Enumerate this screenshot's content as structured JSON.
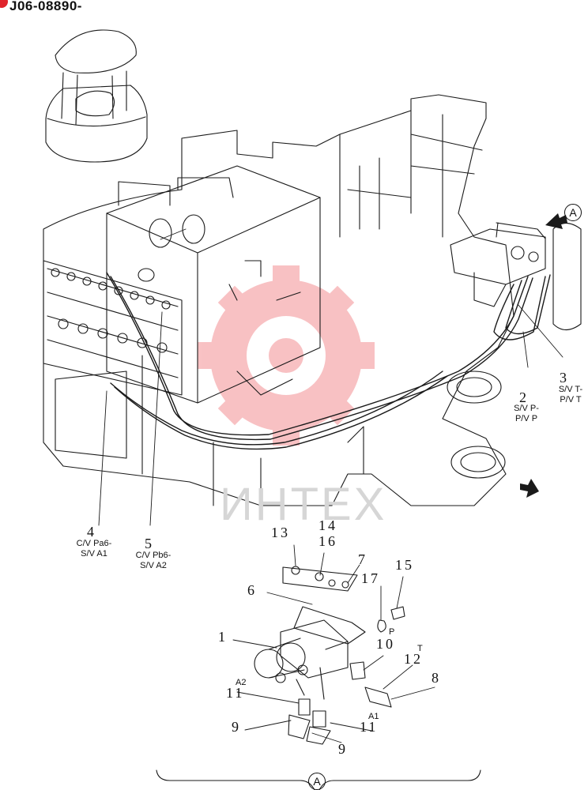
{
  "document": {
    "code": "J06-08890-"
  },
  "watermark": {
    "text": "ИНТЕХ",
    "color": "#e8232b"
  },
  "view_marker": {
    "letter": "A"
  },
  "callouts": {
    "c2": {
      "num": "2",
      "line1": "S/V P-",
      "line2": "P/V P"
    },
    "c3": {
      "num": "3",
      "line1": "S/V T-",
      "line2": "P/V T"
    },
    "c4": {
      "num": "4",
      "line1": "C/V Pa6-",
      "line2": "S/V A1"
    },
    "c5": {
      "num": "5",
      "line1": "C/V Pb6-",
      "line2": "S/V A2"
    }
  },
  "parts": {
    "p1": "1",
    "p6": "6",
    "p7": "7",
    "p8": "8",
    "p9a": "9",
    "p9b": "9",
    "p10": "10",
    "p11a": "11",
    "p11b": "11",
    "p12": "12",
    "p13": "13",
    "p14": "14",
    "p15": "15",
    "p16": "16",
    "p17": "17"
  },
  "ports": {
    "p": "P",
    "t": "T",
    "a1": "A1",
    "a2": "A2"
  },
  "colors": {
    "line": "#1a1a1a",
    "accent": "#e0242c",
    "watermark_gray": "#d6d6d6"
  },
  "icons": [
    "warning-dot-icon",
    "arrow-view-icon",
    "arrow-front-icon",
    "gear-watermark-icon"
  ]
}
